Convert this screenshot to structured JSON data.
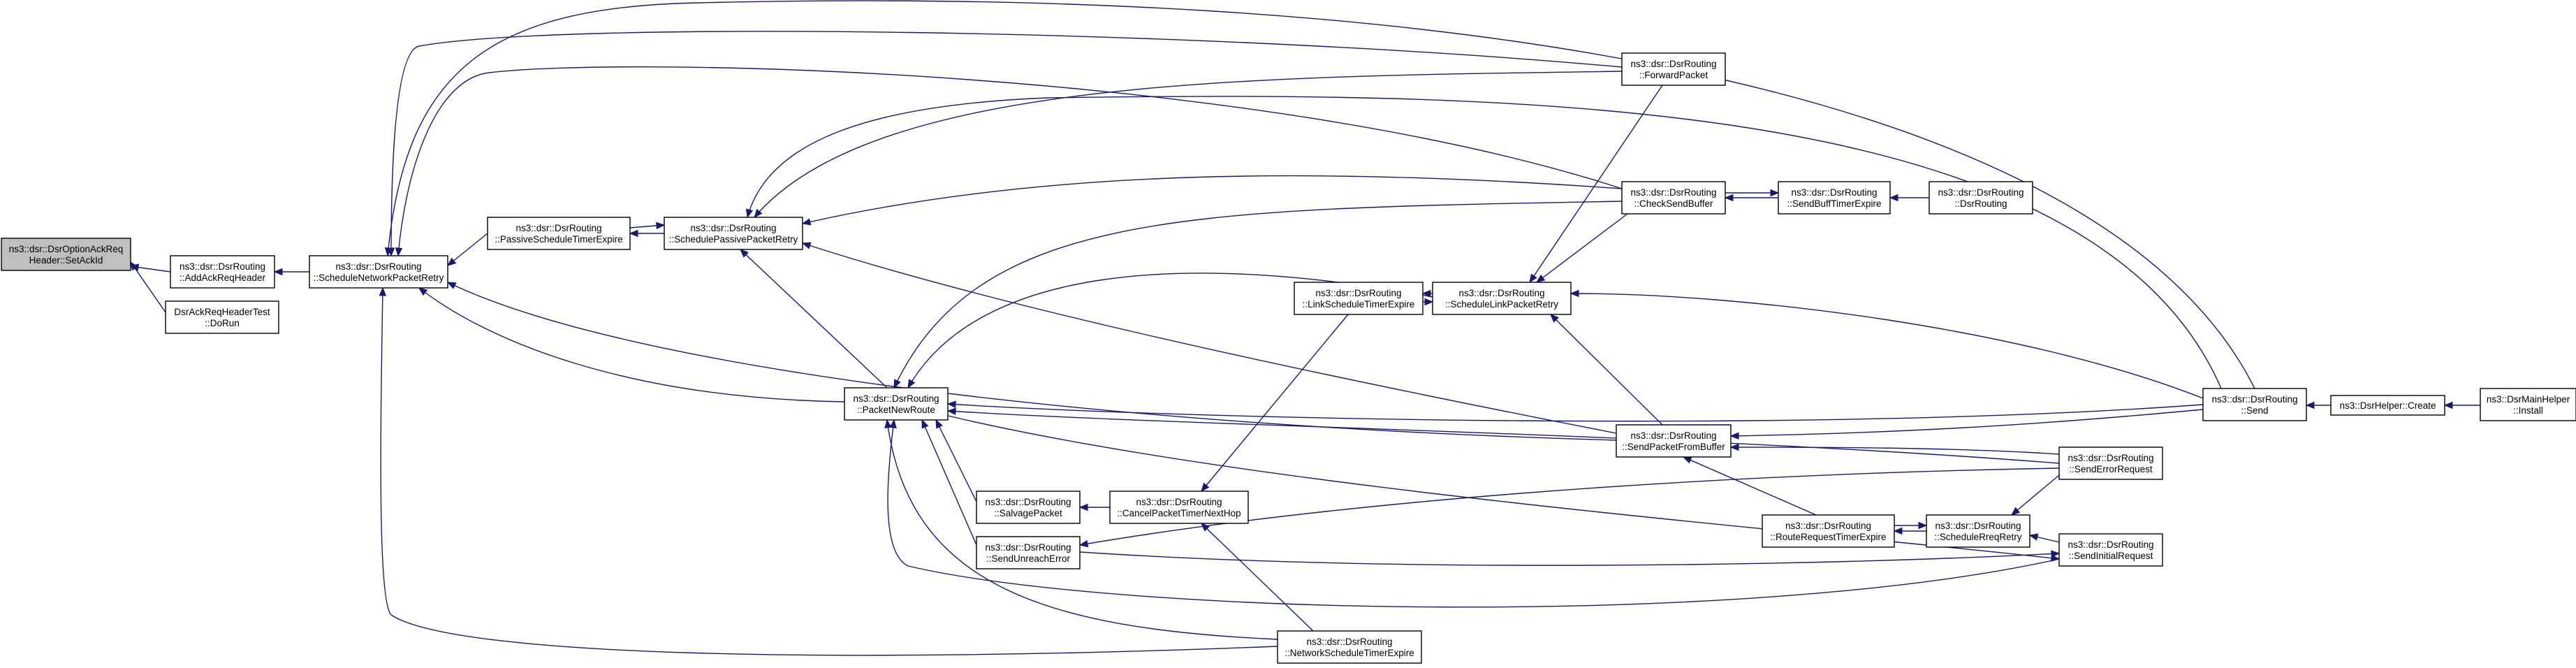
{
  "graph": {
    "nodes": [
      {
        "id": "setackid",
        "lines": [
          "ns3::dsr::DsrOptionAckReq",
          "Header::SetAckId"
        ],
        "root": true
      },
      {
        "id": "addackreqheader",
        "lines": [
          "ns3::dsr::DsrRouting",
          "::AddAckReqHeader"
        ]
      },
      {
        "id": "dsrackreqheadertest",
        "lines": [
          "DsrAckReqHeaderTest",
          "::DoRun"
        ]
      },
      {
        "id": "schedulenetworkpacketretry",
        "lines": [
          "ns3::dsr::DsrRouting",
          "::ScheduleNetworkPacketRetry"
        ]
      },
      {
        "id": "passivescheduletimerexpire",
        "lines": [
          "ns3::dsr::DsrRouting",
          "::PassiveScheduleTimerExpire"
        ]
      },
      {
        "id": "schedulepassivepacketretry",
        "lines": [
          "ns3::dsr::DsrRouting",
          "::SchedulePassivePacketRetry"
        ]
      },
      {
        "id": "packetnewroute",
        "lines": [
          "ns3::dsr::DsrRouting",
          "::PacketNewRoute"
        ]
      },
      {
        "id": "salvagepacket",
        "lines": [
          "ns3::dsr::DsrRouting",
          "::SalvagePacket"
        ]
      },
      {
        "id": "sendunreacherror",
        "lines": [
          "ns3::dsr::DsrRouting",
          "::SendUnreachError"
        ]
      },
      {
        "id": "cancelpackettimernexthop",
        "lines": [
          "ns3::dsr::DsrRouting",
          "::CancelPacketTimerNextHop"
        ]
      },
      {
        "id": "linkscheduletimerexpire",
        "lines": [
          "ns3::dsr::DsrRouting",
          "::LinkScheduleTimerExpire"
        ]
      },
      {
        "id": "networkscheduletimerexpire",
        "lines": [
          "ns3::dsr::DsrRouting",
          "::NetworkScheduleTimerExpire"
        ]
      },
      {
        "id": "schedulelinkpacketretry",
        "lines": [
          "ns3::dsr::DsrRouting",
          "::ScheduleLinkPacketRetry"
        ]
      },
      {
        "id": "forwardpacket",
        "lines": [
          "ns3::dsr::DsrRouting",
          "::ForwardPacket"
        ]
      },
      {
        "id": "checksendbuffer",
        "lines": [
          "ns3::dsr::DsrRouting",
          "::CheckSendBuffer"
        ]
      },
      {
        "id": "sendpacketfrombuffer",
        "lines": [
          "ns3::dsr::DsrRouting",
          "::SendPacketFromBuffer"
        ]
      },
      {
        "id": "routerequesttimerexpire",
        "lines": [
          "ns3::dsr::DsrRouting",
          "::RouteRequestTimerExpire"
        ]
      },
      {
        "id": "sendbufftimerexpire",
        "lines": [
          "ns3::dsr::DsrRouting",
          "::SendBuffTimerExpire"
        ]
      },
      {
        "id": "dsrrouting",
        "lines": [
          "ns3::dsr::DsrRouting",
          "::DsrRouting"
        ]
      },
      {
        "id": "schedulereqretry",
        "lines": [
          "ns3::dsr::DsrRouting",
          "::ScheduleRreqRetry"
        ]
      },
      {
        "id": "senderrorrequest",
        "lines": [
          "ns3::dsr::DsrRouting",
          "::SendErrorRequest"
        ]
      },
      {
        "id": "sendinitialrequest",
        "lines": [
          "ns3::dsr::DsrRouting",
          "::SendInitialRequest"
        ]
      },
      {
        "id": "send",
        "lines": [
          "ns3::dsr::DsrRouting",
          "::Send"
        ]
      },
      {
        "id": "dsrhelpercreate",
        "lines": [
          "ns3::DsrHelper::Create"
        ]
      },
      {
        "id": "dsrmainhelperinstall",
        "lines": [
          "ns3::DsrMainHelper",
          "::Install"
        ]
      }
    ],
    "edges": [
      [
        "addackreqheader",
        "setackid"
      ],
      [
        "dsrackreqheadertest",
        "setackid"
      ],
      [
        "schedulenetworkpacketretry",
        "addackreqheader"
      ],
      [
        "passivescheduletimerexpire",
        "schedulenetworkpacketretry"
      ],
      [
        "forwardpacket",
        "schedulenetworkpacketretry"
      ],
      [
        "send",
        "schedulenetworkpacketretry"
      ],
      [
        "checksendbuffer",
        "schedulenetworkpacketretry"
      ],
      [
        "sendpacketfrombuffer",
        "schedulenetworkpacketretry"
      ],
      [
        "packetnewroute",
        "schedulenetworkpacketretry"
      ],
      [
        "networkscheduletimerexpire",
        "schedulenetworkpacketretry"
      ],
      [
        "schedulepassivepacketretry",
        "passivescheduletimerexpire"
      ],
      [
        "passivescheduletimerexpire",
        "schedulepassivepacketretry"
      ],
      [
        "forwardpacket",
        "schedulepassivepacketretry"
      ],
      [
        "send",
        "schedulepassivepacketretry"
      ],
      [
        "checksendbuffer",
        "schedulepassivepacketretry"
      ],
      [
        "sendpacketfrombuffer",
        "schedulepassivepacketretry"
      ],
      [
        "packetnewroute",
        "schedulepassivepacketretry"
      ],
      [
        "salvagepacket",
        "packetnewroute"
      ],
      [
        "sendunreacherror",
        "packetnewroute"
      ],
      [
        "schedulelinkpacketretry",
        "packetnewroute"
      ],
      [
        "checksendbuffer",
        "packetnewroute"
      ],
      [
        "send",
        "packetnewroute"
      ],
      [
        "senderrorrequest",
        "packetnewroute"
      ],
      [
        "sendinitialrequest",
        "packetnewroute"
      ],
      [
        "networkscheduletimerexpire",
        "packetnewroute"
      ],
      [
        "cancelpackettimernexthop",
        "salvagepacket"
      ],
      [
        "senderrorrequest",
        "sendunreacherror"
      ],
      [
        "linkscheduletimerexpire",
        "cancelpackettimernexthop"
      ],
      [
        "networkscheduletimerexpire",
        "cancelpackettimernexthop"
      ],
      [
        "schedulelinkpacketretry",
        "linkscheduletimerexpire"
      ],
      [
        "linkscheduletimerexpire",
        "schedulelinkpacketretry"
      ],
      [
        "forwardpacket",
        "schedulelinkpacketretry"
      ],
      [
        "checksendbuffer",
        "schedulelinkpacketretry"
      ],
      [
        "sendpacketfrombuffer",
        "schedulelinkpacketretry"
      ],
      [
        "send",
        "schedulelinkpacketretry"
      ],
      [
        "sendbufftimerexpire",
        "checksendbuffer"
      ],
      [
        "checksendbuffer",
        "sendbufftimerexpire"
      ],
      [
        "dsrrouting",
        "sendbufftimerexpire"
      ],
      [
        "send",
        "sendpacketfrombuffer"
      ],
      [
        "senderrorrequest",
        "sendpacketfrombuffer"
      ],
      [
        "routerequesttimerexpire",
        "sendpacketfrombuffer"
      ],
      [
        "schedulereqretry",
        "routerequesttimerexpire"
      ],
      [
        "routerequesttimerexpire",
        "schedulereqretry"
      ],
      [
        "senderrorrequest",
        "schedulereqretry"
      ],
      [
        "sendinitialrequest",
        "schedulereqretry"
      ],
      [
        "sendunreacherror",
        "sendinitialrequest"
      ],
      [
        "packetnewroute",
        "sendinitialrequest"
      ],
      [
        "dsrhelpercreate",
        "send"
      ],
      [
        "dsrmainhelperinstall",
        "dsrhelpercreate"
      ]
    ]
  }
}
